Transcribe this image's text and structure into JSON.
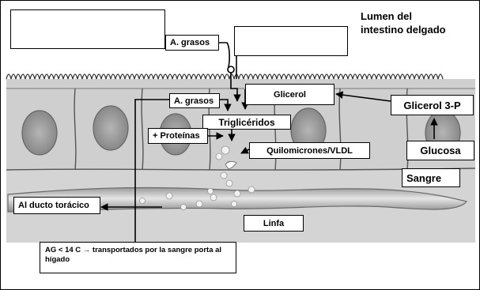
{
  "labels": {
    "lumen_line1": "Lumen del",
    "lumen_line2": "intestino delgado",
    "a_grasos_top": "A. grasos",
    "a_grasos_mid": "A. grasos",
    "glicerol": "Glicerol",
    "glicerol_3p": "Glicerol 3-P",
    "trigliceridos": "Triglicéridos",
    "proteinas": "+ Proteínas",
    "quilomicrones": "Quilomicrones/VLDL",
    "glucosa": "Glucosa",
    "sangre": "Sangre",
    "ducto": "Al ducto torácico",
    "linfa": "Linfa",
    "ag_note": "AG < 14 C →  transportados por la sangre porta al hígado"
  },
  "colors": {
    "tissue": "#c9c9c9",
    "cell_border": "#4a4a4a",
    "lymph_vessel": "#bdbdbd",
    "arrow": "#000000"
  }
}
